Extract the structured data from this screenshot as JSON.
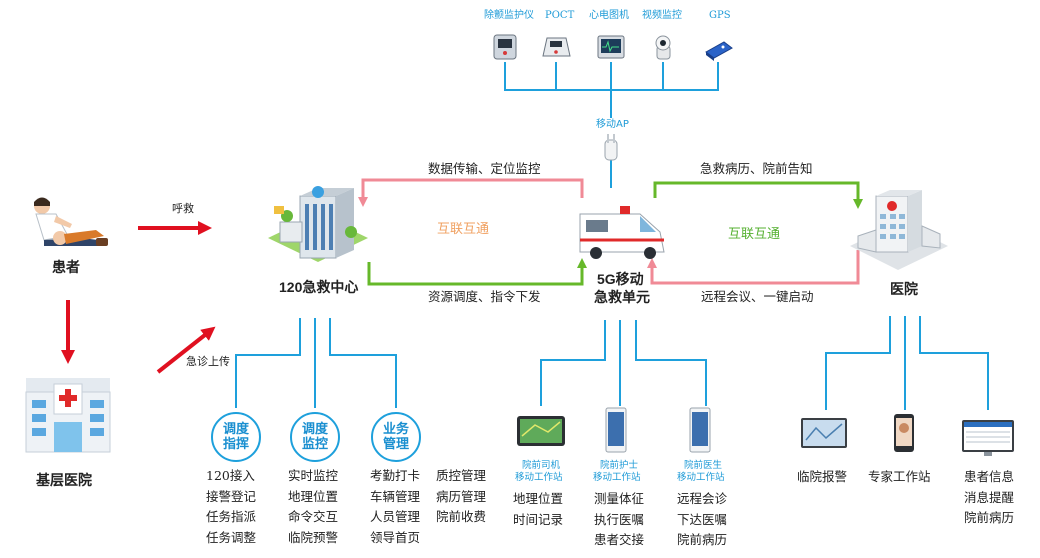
{
  "top_devices": {
    "labels": [
      "除颤监护仪",
      "POCT",
      "心电图机",
      "视频监控",
      "GPS"
    ],
    "ap_label": "移动AP"
  },
  "nodes": {
    "patient": "患者",
    "primary_hospital": "基层医院",
    "dispatch_center": "120急救中心",
    "mobile_unit_line1": "5G移动",
    "mobile_unit_line2": "急救单元",
    "hospital": "医院"
  },
  "flows": {
    "call": "呼救",
    "emergency_upload": "急诊上传",
    "data_transfer": "数据传输、定位监控",
    "resource_dispatch": "资源调度、指令下发",
    "interconnect_left": "互联互通",
    "medical_record": "急救病历、院前告知",
    "remote_meeting": "远程会议、一键启动",
    "interconnect_right": "互联互通"
  },
  "center_modules": [
    {
      "line1": "调度",
      "line2": "指挥",
      "items": [
        "120接入",
        "接警登记",
        "任务指派",
        "任务调整"
      ]
    },
    {
      "line1": "调度",
      "line2": "监控",
      "items": [
        "实时监控",
        "地理位置",
        "命令交互",
        "临院预警"
      ]
    },
    {
      "line1": "业务",
      "line2": "管理",
      "items": [
        "考勤打卡",
        "车辆管理",
        "人员管理",
        "领导首页"
      ],
      "items2": [
        "质控管理",
        "病历管理",
        "院前收费"
      ]
    }
  ],
  "unit_stations": [
    {
      "title1": "院前司机",
      "title2": "移动工作站",
      "items": [
        "地理位置",
        "时间记录"
      ]
    },
    {
      "title1": "院前护士",
      "title2": "移动工作站",
      "items": [
        "测量体征",
        "执行医嘱",
        "患者交接"
      ]
    },
    {
      "title1": "院前医生",
      "title2": "移动工作站",
      "items": [
        "远程会诊",
        "下达医嘱",
        "院前病历"
      ]
    }
  ],
  "hospital_functions": [
    {
      "label": "临院报警"
    },
    {
      "label": "专家工作站"
    },
    {
      "items": [
        "患者信息",
        "消息提醒",
        "院前病历"
      ]
    }
  ],
  "colors": {
    "connector_blue": "#1ea0dc",
    "pink_arrow": "#f08a96",
    "green_arrow": "#66b82a",
    "red_arrow": "#e01020",
    "interconnect_text": "#f0a060",
    "interconnect_text_right": "#55b030"
  }
}
